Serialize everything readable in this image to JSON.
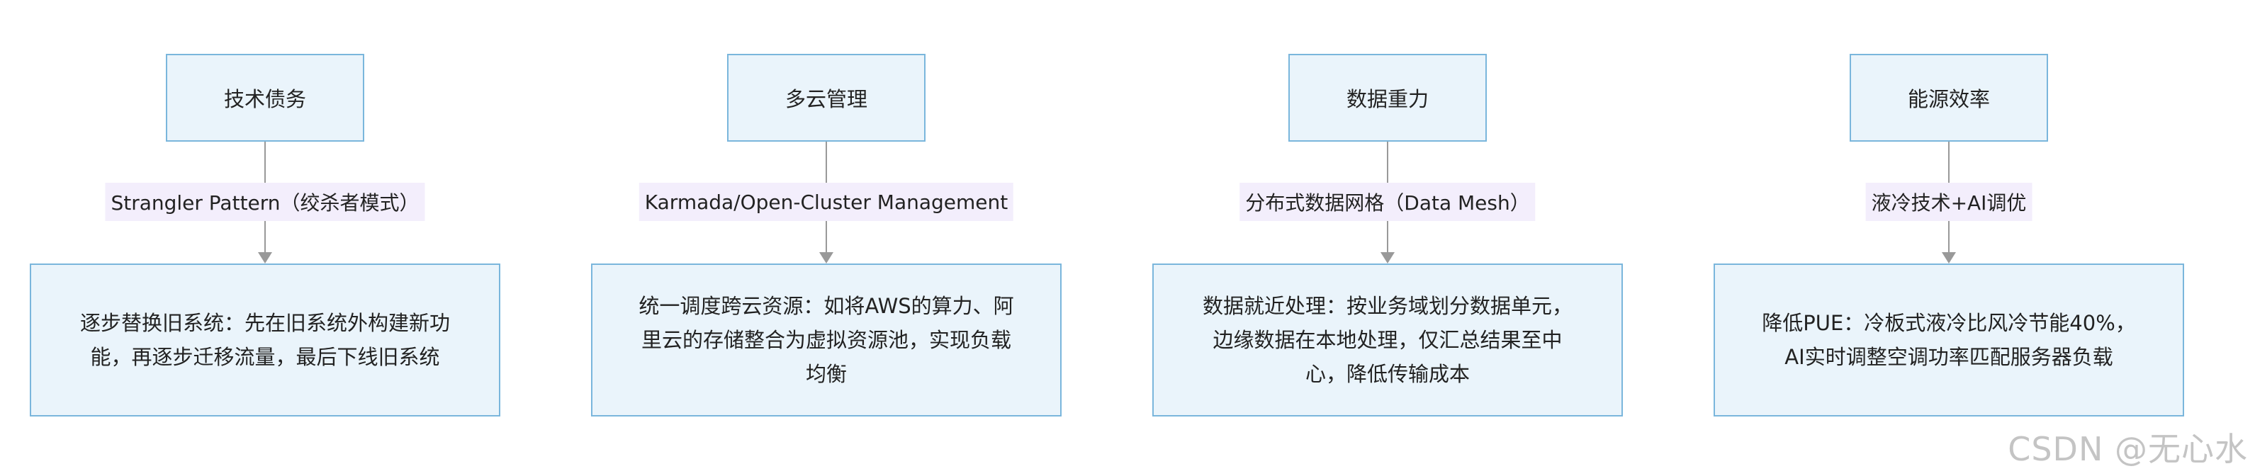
{
  "flows": [
    {
      "top": "技术债务",
      "edge_label": "Strangler Pattern（绞杀者模式）",
      "bottom": "逐步替换旧系统：先在旧系统外构建新功能，再逐步迁移流量，最后下线旧系统"
    },
    {
      "top": "多云管理",
      "edge_label": "Karmada/Open-Cluster Management",
      "bottom": "统一调度跨云资源：如将AWS的算力、阿里云的存储整合为虚拟资源池，实现负载均衡"
    },
    {
      "top": "数据重力",
      "edge_label": "分布式数据网格（Data Mesh）",
      "bottom": "数据就近处理：按业务域划分数据单元，边缘数据在本地处理，仅汇总结果至中心，降低传输成本"
    },
    {
      "top": "能源效率",
      "edge_label": "液冷技术+AI调优",
      "bottom": "降低PUE：冷板式液冷比风冷节能40%，AI实时调整空调功率匹配服务器负载"
    }
  ],
  "watermark": "CSDN @无心水",
  "colors": {
    "node_fill": "#eaf4fb",
    "node_border": "#7ab6dc",
    "edge": "#999999",
    "label_bg": "#f3eefc"
  }
}
